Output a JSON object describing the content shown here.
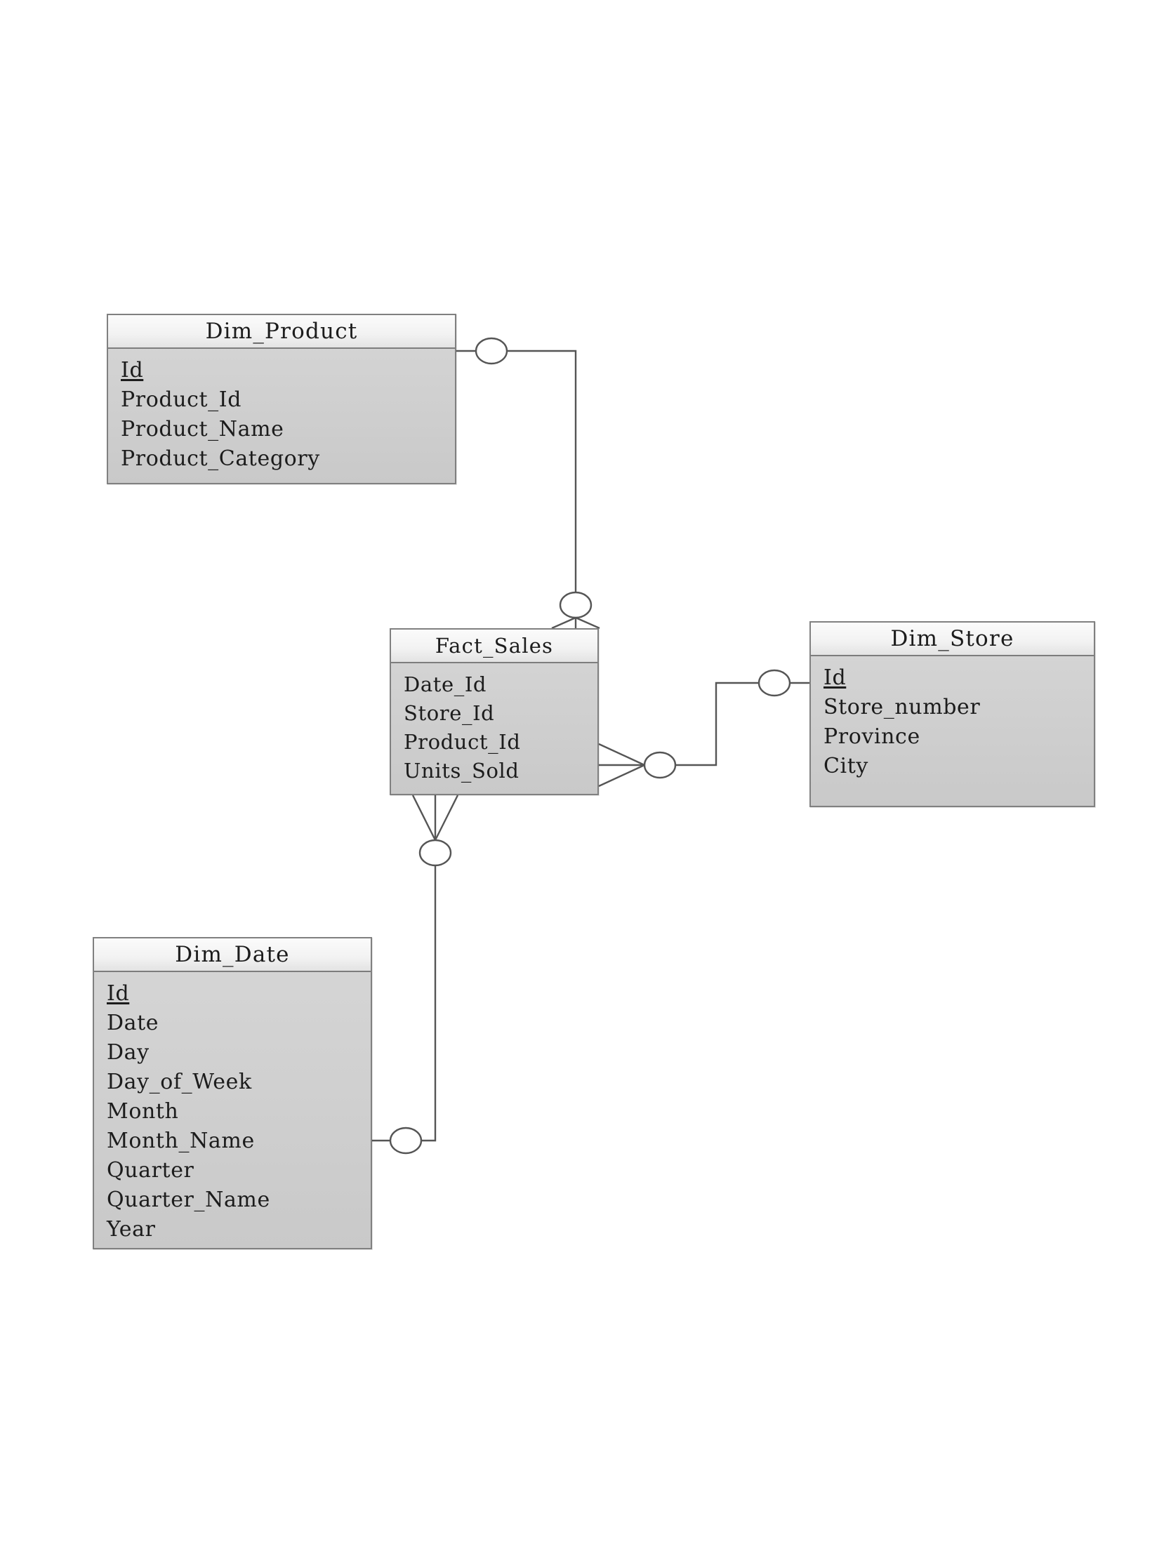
{
  "diagram": {
    "type": "star-schema-er-diagram",
    "notation": "crow's foot",
    "background_color": "#ffffff",
    "entity_fill_color": "#d0d0d0",
    "entity_header_color": "#f4f4f4",
    "entity_border_color": "#808080",
    "connector_color": "#555555"
  },
  "entities": [
    {
      "id": "dim_product",
      "name": "Dim_Product",
      "attributes": [
        {
          "label": "Id",
          "primary_key": true
        },
        {
          "label": "Product_Id",
          "primary_key": false
        },
        {
          "label": "Product_Name",
          "primary_key": false
        },
        {
          "label": "Product_Category",
          "primary_key": false
        }
      ]
    },
    {
      "id": "fact_sales",
      "name": "Fact_Sales",
      "attributes": [
        {
          "label": "Date_Id",
          "primary_key": false
        },
        {
          "label": "Store_Id",
          "primary_key": false
        },
        {
          "label": "Product_Id",
          "primary_key": false
        },
        {
          "label": "Units_Sold",
          "primary_key": false
        }
      ]
    },
    {
      "id": "dim_store",
      "name": "Dim_Store",
      "attributes": [
        {
          "label": "Id",
          "primary_key": true
        },
        {
          "label": "Store_number",
          "primary_key": false
        },
        {
          "label": "Province",
          "primary_key": false
        },
        {
          "label": "City",
          "primary_key": false
        }
      ]
    },
    {
      "id": "dim_date",
      "name": "Dim_Date",
      "attributes": [
        {
          "label": "Id",
          "primary_key": true
        },
        {
          "label": "Date",
          "primary_key": false
        },
        {
          "label": "Day",
          "primary_key": false
        },
        {
          "label": "Day_of_Week",
          "primary_key": false
        },
        {
          "label": "Month",
          "primary_key": false
        },
        {
          "label": "Month_Name",
          "primary_key": false
        },
        {
          "label": "Quarter",
          "primary_key": false
        },
        {
          "label": "Quarter_Name",
          "primary_key": false
        },
        {
          "label": "Year",
          "primary_key": false
        }
      ]
    }
  ],
  "relationships": [
    {
      "id": "rel-product-sales",
      "from": "dim_product",
      "to": "fact_sales",
      "from_cardinality": "zero-or-one",
      "to_cardinality": "zero-or-many"
    },
    {
      "id": "rel-sales-store",
      "from": "fact_sales",
      "to": "dim_store",
      "from_cardinality": "zero-or-many",
      "to_cardinality": "zero-or-one"
    },
    {
      "id": "rel-sales-date",
      "from": "fact_sales",
      "to": "dim_date",
      "from_cardinality": "zero-or-many",
      "to_cardinality": "zero-or-one"
    }
  ]
}
